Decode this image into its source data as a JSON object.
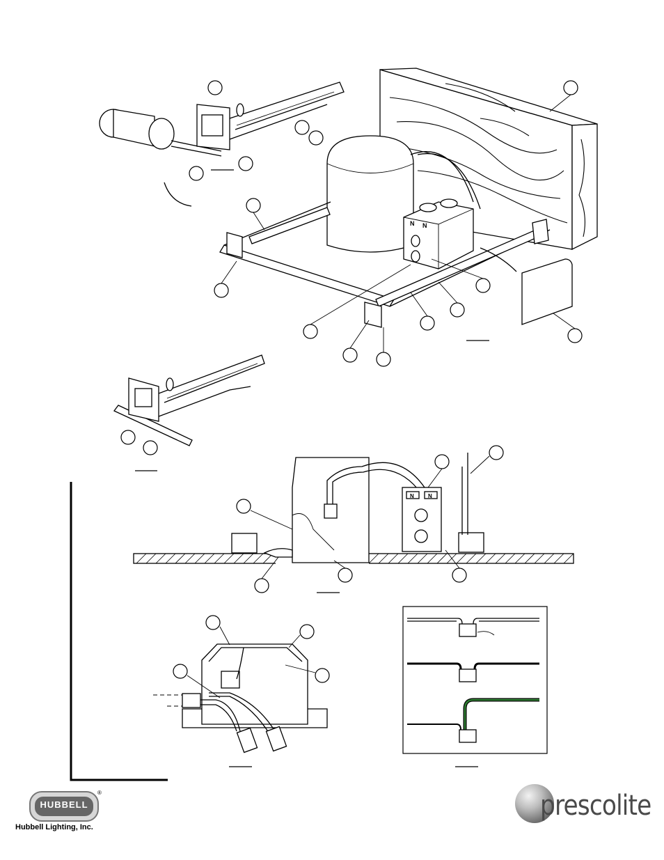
{
  "logos": {
    "hubbell": {
      "badge_text": "HUBBELL",
      "registered_mark": "®",
      "company": "Hubbell Lighting, Inc."
    },
    "prescolite": {
      "wordmark": "prescolite"
    }
  },
  "box_labels": {
    "neutral_a": "N",
    "neutral_b": "N"
  },
  "colors": {
    "line": "#000000",
    "ground_wire": "#2e7d32",
    "logo_gray": "#666666"
  }
}
